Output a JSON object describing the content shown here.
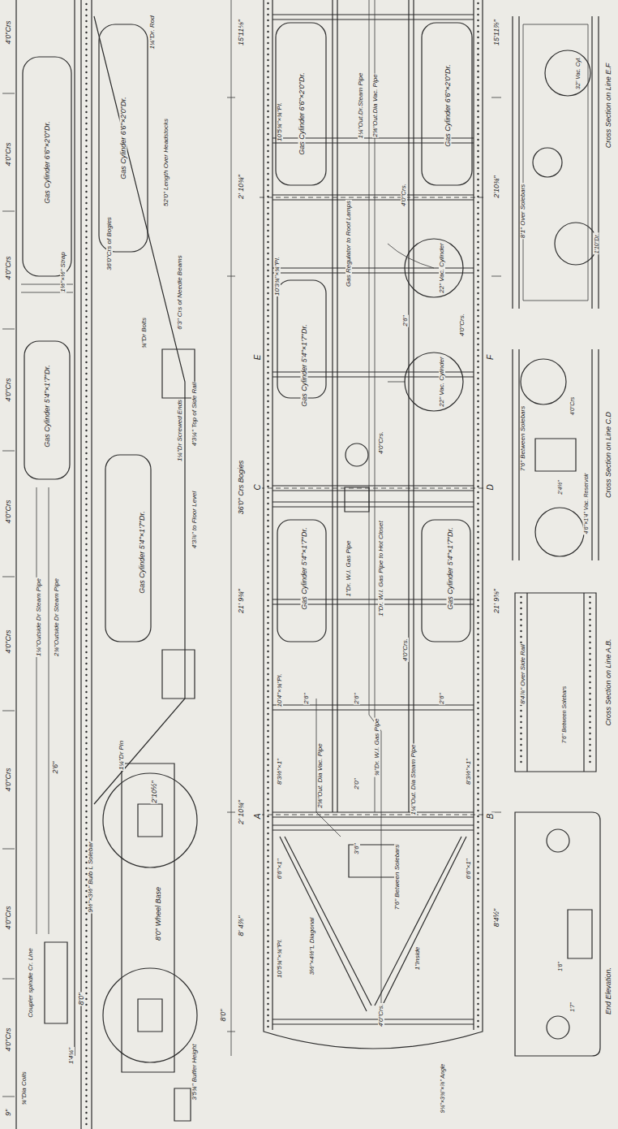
{
  "diagram": {
    "labels": [
      "4'0\"Crs",
      "4'0\"Crs",
      "4'0\"Crs",
      "4'0\"Crs",
      "4'0\"Crs",
      "4'0\"Crs",
      "4'0\"Crs",
      "4'0\"Crs",
      "4'0\"Crs",
      "9\"",
      "Gas Cylinder 6'6\"×2'0\"Dr.",
      "1½\"×½\" Strap",
      "Gas Cylinder 5'4\"×1'7\"Dr.",
      "1¼\"Outside Dr Steam Pipe",
      "2¾\"Outside Dr Steam Pipe",
      "2'6\"",
      "Coupler spindle Cr. Line",
      "1'4¼\"",
      "¾\"Dia Coils",
      "1¼\"Dr. Rod",
      "Gas Cylinder 6'6\"×2'0\"Dr.",
      "52'0\" Length Over Headstocks",
      "36'0\"Crs of Bogies",
      "¾\"Dr Bolts",
      "6'3\" Crs of Needle Beams",
      "4'3¼\" Top of Side Rail",
      "1¼\"Dr Screwed Ends",
      "4'3⅞\" to Floor Level",
      "Gas Cylinder 5'4\"×1'7\"Dr.",
      "1¼\"Dr Pin",
      "2'10½\"",
      "9½\"×3½\" Bulb L Solebar",
      "8'0\" Wheel Base",
      "8'0\"",
      "3'5¾\" Buffer Height",
      "15'11⅛\"",
      "2' 10¾\"",
      "36'0\" Crs Bogies",
      "21' 9¾\"",
      "2' 10¾\"",
      "8' 4⅞\"",
      "8'0\"",
      "E",
      "F",
      "C",
      "D",
      "A",
      "B",
      "10'5¾\"×¾\"Pl.",
      "Gas Cylinder 6'6\"×2'0\"Dr.",
      "1¼\"Out.Dr.Steam Pipe",
      "2⅝\"Out.Dia Vac. Pipe",
      "Gas Regulator to Roof Lamps",
      "4'0\"Crs.",
      "Gas Cylinder 6'6\"×2'0\"Dr.",
      "10'3¾\"×¾\"Pl.",
      "Gas Cylinder 5'4\"×1'7\"Dr.",
      "22\" Vac. Cylinder",
      "2'6\"",
      "22\" Vac. Cylinder",
      "4'0\"Crs.",
      "4'0\"Crs.",
      "Gas Cylinder 5'4\"×1'7\"Dr.",
      "1\"Dr. W.I. Gas Pipe",
      "1\"Dr. W.I. Gas Pipe to Hot Closet",
      "4'0\"Crs.",
      "Gas Cylinder 5'4\"×1'7\"Dr.",
      "10'4\"×¾\"Pl.",
      "8'3½\"×1\"",
      "2'6\"",
      "2'6\"",
      "2'6\"",
      "¾\"Dr. W.I. Gas Pipe",
      "2⅝\"Out. Dia Vac. Pipe",
      "1¼\"Out. Dia Steam Pipe",
      "8'3½\"×1\"",
      "2'0\"",
      "3'6\"",
      "6'6\"×1\"",
      "6'6\"×1\"",
      "10'5¾\"×¾\"Pl.",
      "3½\"×4½\"L Diagonal",
      "7'6\" Between Solebars",
      "1\"Inside",
      "4'0\"Crs.",
      "9¼\"×3¾\"×⅞\" Angle",
      "15'11⅞\"",
      "2'10¾\"",
      "21' 9⅜\"",
      "8'4½\"",
      "Cross Section on Line E.F",
      "32\" Vac. Cyl.",
      "8'1\" Over Solebars",
      "1'10\"Dr.",
      "7'6\" Between Solebars",
      "Cross Section on Line C.D",
      "4'0\"Crs",
      "2'4½\"",
      "4'6\"×1'4\" Vac. Reservoir",
      "Cross Section on Line A.B.",
      "8'4⅞\" Over Side Rail",
      "7'6\" Between Solebars",
      "End Elevation.",
      "1'6\"",
      "1'7\""
    ]
  }
}
